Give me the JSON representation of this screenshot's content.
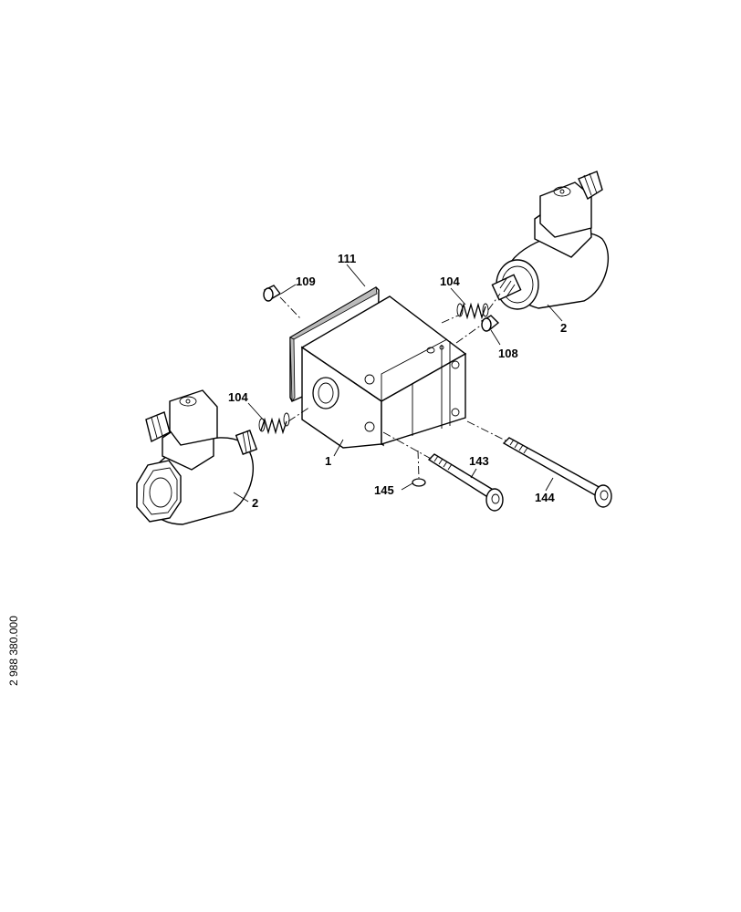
{
  "drawing": {
    "drawing_number": "2 988 380.000",
    "callouts": [
      {
        "id": "callout-1",
        "label": "1"
      },
      {
        "id": "callout-2-right",
        "label": "2"
      },
      {
        "id": "callout-2-left",
        "label": "2"
      },
      {
        "id": "callout-104-right",
        "label": "104"
      },
      {
        "id": "callout-104-left",
        "label": "104"
      },
      {
        "id": "callout-108",
        "label": "108"
      },
      {
        "id": "callout-109",
        "label": "109"
      },
      {
        "id": "callout-111",
        "label": "111"
      },
      {
        "id": "callout-143",
        "label": "143"
      },
      {
        "id": "callout-144",
        "label": "144"
      },
      {
        "id": "callout-145",
        "label": "145"
      }
    ]
  }
}
